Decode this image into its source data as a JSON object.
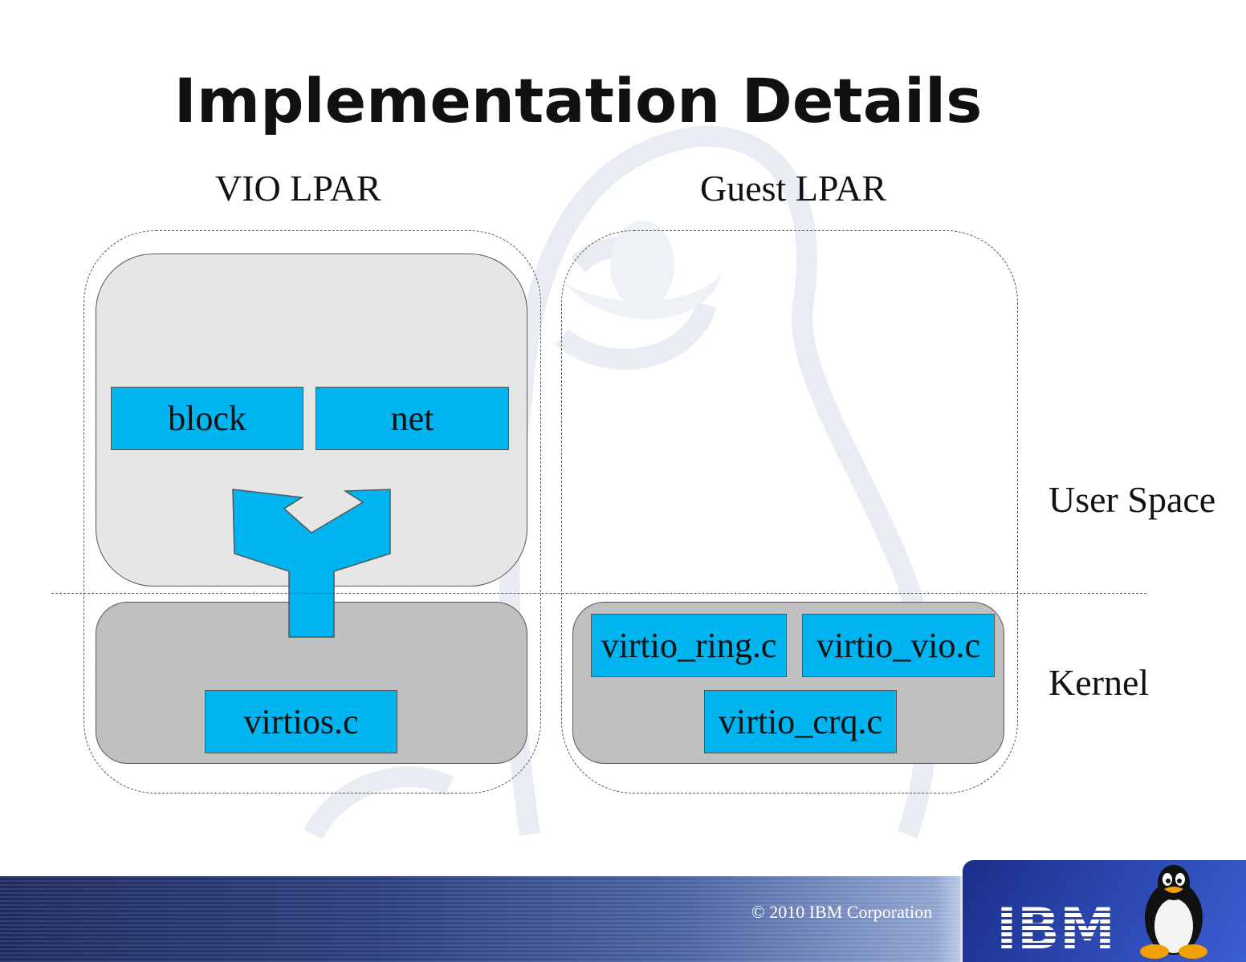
{
  "slide": {
    "title": "Implementation Details",
    "copyright": "© 2010 IBM Corporation",
    "logo_text": "IBM"
  },
  "columns": {
    "vio": {
      "title": "VIO LPAR"
    },
    "guest": {
      "title": "Guest LPAR"
    }
  },
  "layers": {
    "user_space": "User Space",
    "kernel": "Kernel"
  },
  "modules": {
    "block": "block",
    "net": "net",
    "virtios": "virtios.c",
    "virtio_ring": "virtio_ring.c",
    "virtio_vio": "virtio_vio.c",
    "virtio_crq": "virtio_crq.c"
  },
  "colors": {
    "module_fill": "#00b4f0",
    "user_space_fill": "#e6e6e6",
    "kernel_fill": "#c0c0c0",
    "footer_blue": "#2b47b0"
  },
  "icons": [
    "tux-watermark-icon",
    "ibm-logo-icon",
    "tux-icon"
  ]
}
